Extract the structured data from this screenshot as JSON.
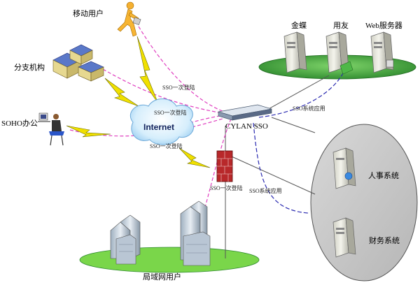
{
  "nodes": {
    "mobile_user": "移动用户",
    "branch": "分支机构",
    "soho": "SOHO办公",
    "internet": "Internet",
    "kingdee": "金蝶",
    "yonyou": "用友",
    "web_server": "Web服务器",
    "cylan_sso": "CYLAN SSO",
    "hr_system": "人事系统",
    "finance_system": "财务系统",
    "lan_users": "局域网用户"
  },
  "edges": {
    "sso_login_mobile": "SSO一次登陆",
    "sso_login_branch": "SSO一次登陆",
    "sso_login_soho": "SSO一次登陆",
    "sso_login_firewall": "SSO一次登陆",
    "sso_app_top": "SSO系统应用",
    "sso_app_right": "SSO系统应用"
  },
  "colors": {
    "sso_login_line": "#e040c0",
    "sso_app_line": "#2a2ab0",
    "wireless_bolt": "#f0e000",
    "server_platform": "#3a9a3a",
    "lan_platform": "#66cc33",
    "app_server_zone": "#c8c8c8",
    "firewall": "#b8282a"
  }
}
